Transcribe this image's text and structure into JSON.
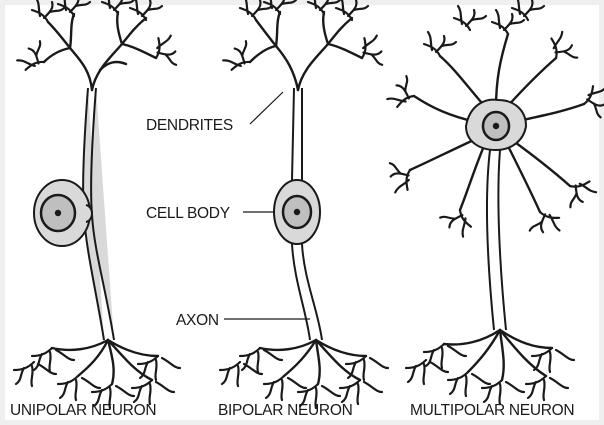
{
  "labels": {
    "dendrites": "DENDRITES",
    "cell_body": "CELL BODY",
    "axon": "AXON"
  },
  "neurons": [
    {
      "id": "unipolar",
      "caption": "UNIPOLAR NEURON"
    },
    {
      "id": "bipolar",
      "caption": "BIPOLAR NEURON"
    },
    {
      "id": "multipolar",
      "caption": "MULTIPOLAR NEURON"
    }
  ],
  "colors": {
    "ink": "#1a1a1a",
    "cell_fill": "#d9d9d9",
    "nucleus_fill": "#bfbfbf",
    "frame": "#efeff0"
  }
}
